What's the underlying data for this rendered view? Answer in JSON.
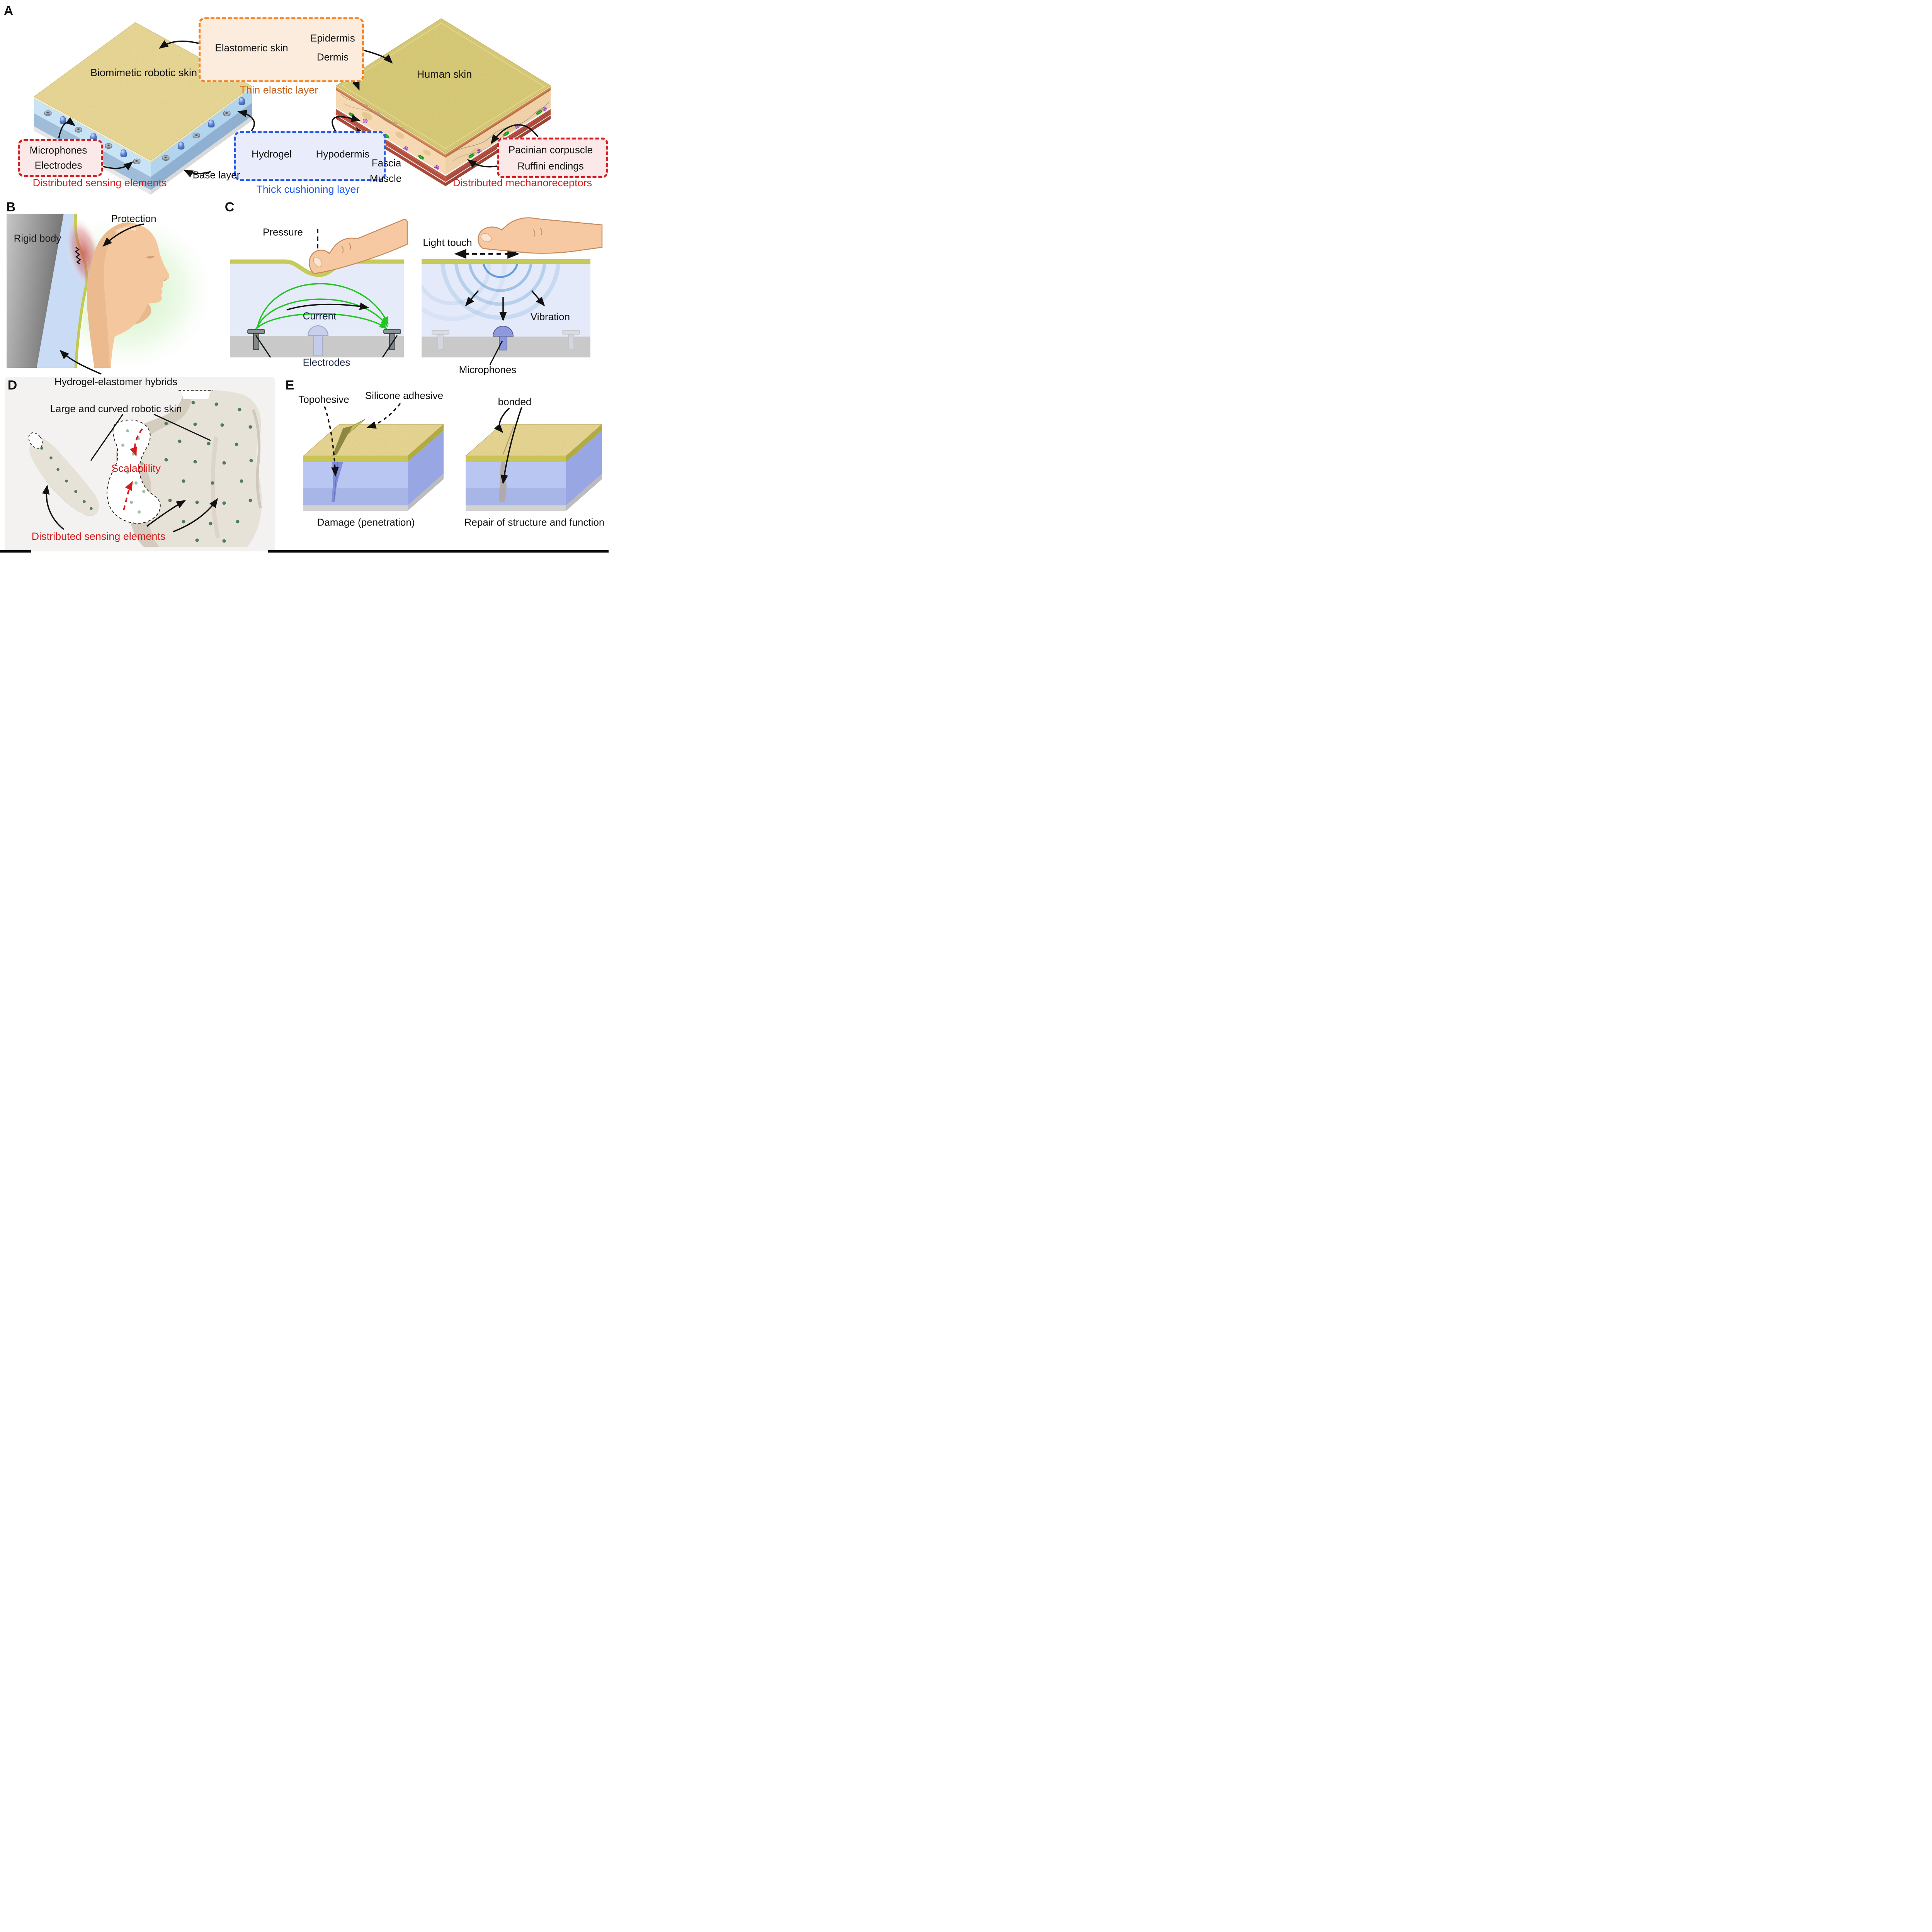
{
  "figure": {
    "type": "scientific-diagram",
    "description": "Biomimetic robotic skin compared with human skin; panels A-E"
  },
  "colors": {
    "accent_orange": "#f5821e",
    "text_orange": "#c65f17",
    "accent_blue": "#2b5ce6",
    "text_blue": "#1d59ea",
    "accent_red": "#d41c1c",
    "robotic_top_tan": "#ecdb9c",
    "human_top_tan": "#dbce7c",
    "hydrogel_blue": "#c2e0f4",
    "lavender": "#e6ebfa",
    "olive_layer": "#c6ca58",
    "base_gray": "#c9c9c9",
    "sensor_dot_green": "#4e7d5a",
    "block_blue": "#bac6f2",
    "current_green": "#22c522"
  },
  "panels": {
    "a": {
      "label": "A",
      "robotic_title": "Biomimetic robotic skin",
      "human_title": "Human skin",
      "elastic_box": {
        "left": "Elastomeric skin",
        "right1": "Epidermis",
        "right2": "Dermis",
        "caption": "Thin elastic layer"
      },
      "cushion_box": {
        "left": "Hydrogel",
        "right": "Hypodermis",
        "caption": "Thick cushioning layer"
      },
      "sensing_box": {
        "line1": "Microphones",
        "line2": "Electrodes",
        "caption": "Distributed sensing elements"
      },
      "base_layer": "Base layer",
      "fascia": "Fascia",
      "muscle": "Muscle",
      "mechano_box": {
        "line1": "Pacinian corpuscle",
        "line2": "Ruffini endings",
        "caption": "Distributed mechanoreceptors"
      }
    },
    "b": {
      "label": "B",
      "protection": "Protection",
      "rigid_body": "Rigid body",
      "hybrids": "Hydrogel-elastomer hybrids"
    },
    "c": {
      "label": "C",
      "pressure": "Pressure",
      "current": "Current",
      "electrodes": "Electrodes",
      "light_touch": "Light touch",
      "vibration": "Vibration",
      "microphones": "Microphones"
    },
    "d": {
      "label": "D",
      "title": "Large and curved robotic skin",
      "scalability": "Scalablility",
      "sensing": "Distributed sensing elements"
    },
    "e": {
      "label": "E",
      "topohesive": "Topohesive",
      "silicone": "Silicone adhesive",
      "bonded": "bonded",
      "damage": "Damage (penetration)",
      "repair": "Repair of structure and function"
    }
  }
}
